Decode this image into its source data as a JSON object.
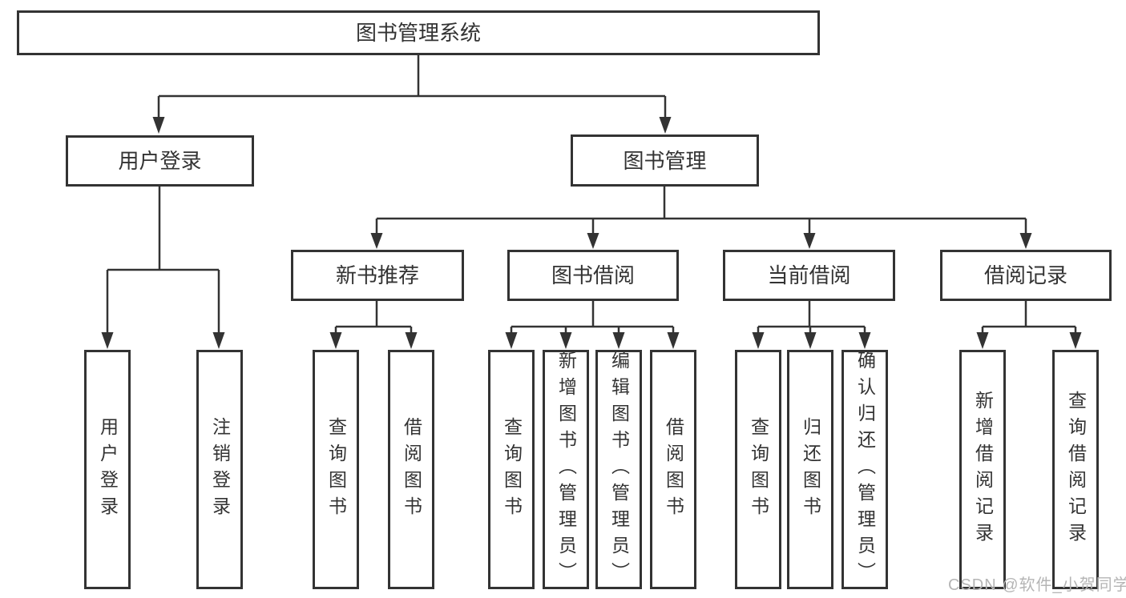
{
  "tree": {
    "root": {
      "label": "图书管理系统"
    },
    "branches": [
      {
        "label": "用户登录",
        "leaves": [
          "用户登录",
          "注销登录"
        ]
      },
      {
        "label": "图书管理",
        "groups": [
          {
            "label": "新书推荐",
            "leaves": [
              "查询图书",
              "借阅图书"
            ]
          },
          {
            "label": "图书借阅",
            "leaves": [
              "查询图书",
              "新增图书（管理员）",
              "编辑图书（管理员）",
              "借阅图书"
            ]
          },
          {
            "label": "当前借阅",
            "leaves": [
              "查询图书",
              "归还图书",
              "确认归还（管理员）"
            ]
          },
          {
            "label": "借阅记录",
            "leaves": [
              "新增借阅记录",
              "查询借阅记录"
            ]
          }
        ]
      }
    ]
  },
  "watermark": {
    "text": "CSDN @软件_小贺同学"
  },
  "colors": {
    "line": "#333333",
    "text": "#333333",
    "background": "#ffffff",
    "watermark": "#b5b5b5"
  }
}
